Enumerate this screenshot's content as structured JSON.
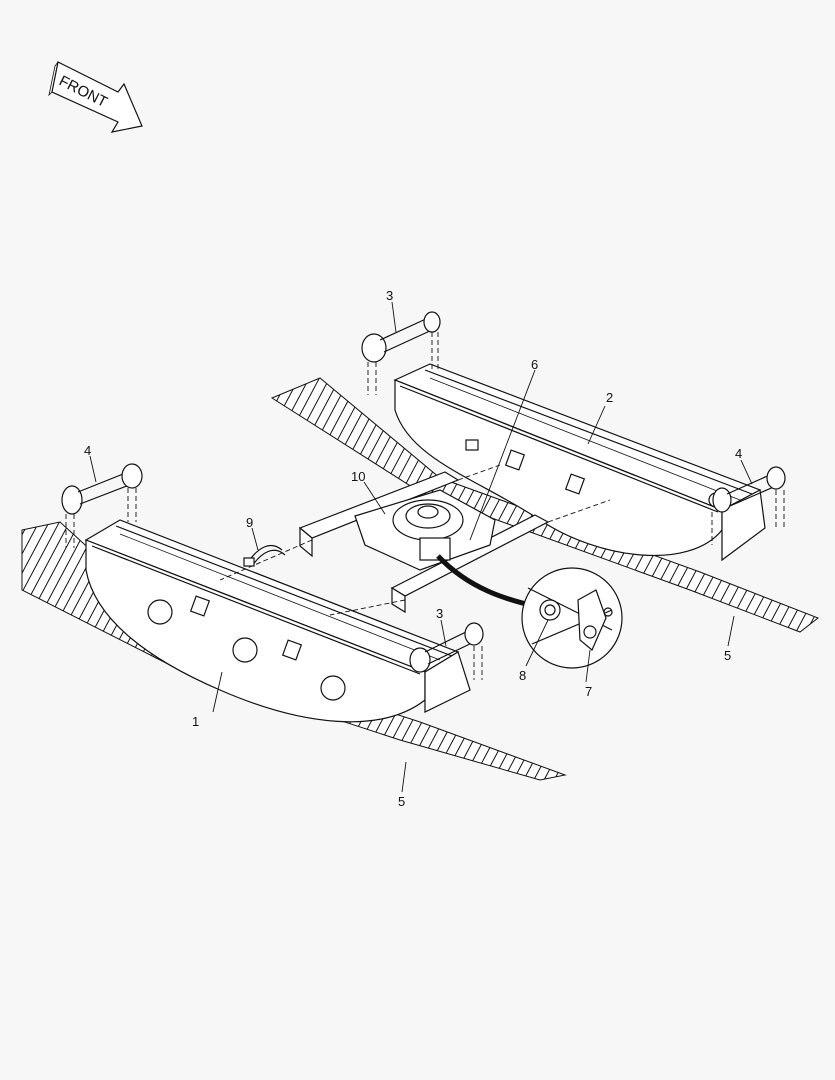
{
  "front_arrow": {
    "label": "FRONT"
  },
  "callouts": {
    "c1": "1",
    "c2": "2",
    "c3a": "3",
    "c3b": "3",
    "c4a": "4",
    "c4b": "4",
    "c5a": "5",
    "c5b": "5",
    "c6": "6",
    "c7": "7",
    "c8": "8",
    "c9": "9",
    "c10": "10"
  }
}
